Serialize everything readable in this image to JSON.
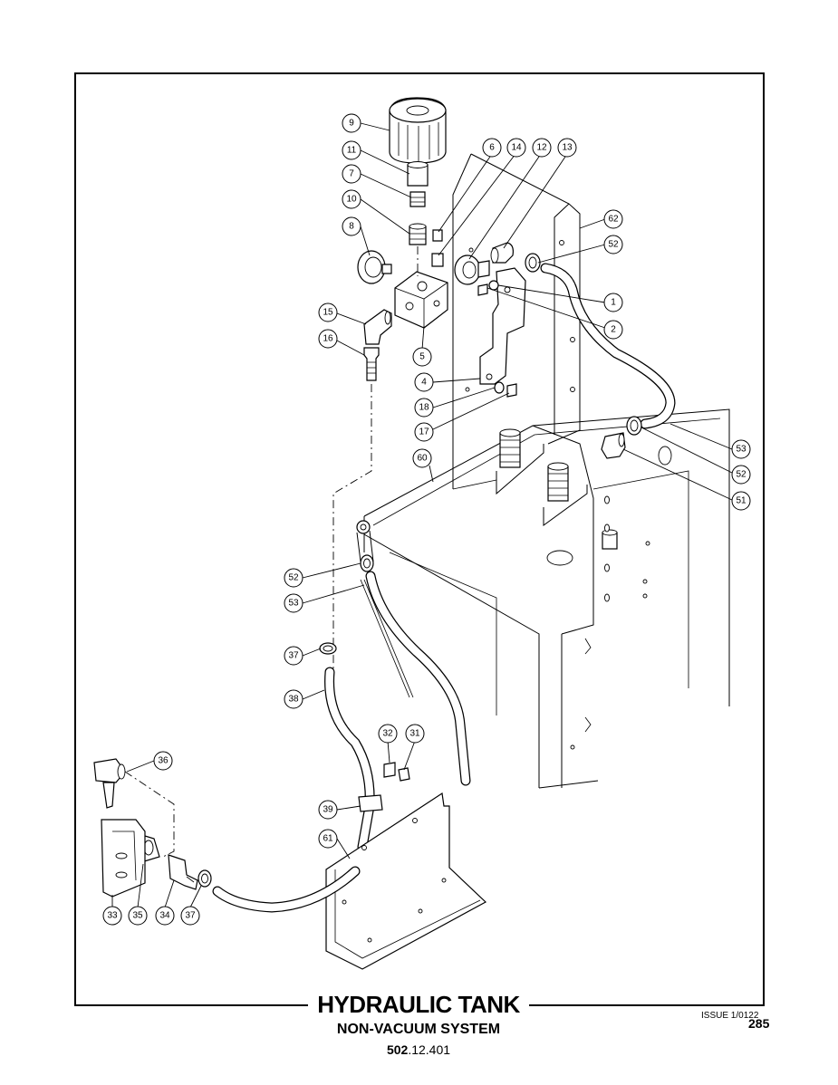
{
  "title_block": {
    "title": "HYDRAULIC TANK",
    "subtitle": "NON-VACUUM SYSTEM",
    "doc_number_bold": "502",
    "doc_number_rest": ".12.401",
    "issue": "ISSUE 1/0122",
    "page_number": "285"
  },
  "callouts": [
    {
      "id": "c9",
      "label": "9"
    },
    {
      "id": "c11",
      "label": "11"
    },
    {
      "id": "c7",
      "label": "7"
    },
    {
      "id": "c10",
      "label": "10"
    },
    {
      "id": "c8",
      "label": "8"
    },
    {
      "id": "c6",
      "label": "6"
    },
    {
      "id": "c14",
      "label": "14"
    },
    {
      "id": "c12",
      "label": "12"
    },
    {
      "id": "c13",
      "label": "13"
    },
    {
      "id": "c62",
      "label": "62"
    },
    {
      "id": "c52a",
      "label": "52"
    },
    {
      "id": "c1",
      "label": "1"
    },
    {
      "id": "c2",
      "label": "2"
    },
    {
      "id": "c15",
      "label": "15"
    },
    {
      "id": "c16",
      "label": "16"
    },
    {
      "id": "c5",
      "label": "5"
    },
    {
      "id": "c4",
      "label": "4"
    },
    {
      "id": "c18",
      "label": "18"
    },
    {
      "id": "c17",
      "label": "17"
    },
    {
      "id": "c60",
      "label": "60"
    },
    {
      "id": "c53a",
      "label": "53"
    },
    {
      "id": "c52b",
      "label": "52"
    },
    {
      "id": "c51",
      "label": "51"
    },
    {
      "id": "c52c",
      "label": "52"
    },
    {
      "id": "c53b",
      "label": "53"
    },
    {
      "id": "c37a",
      "label": "37"
    },
    {
      "id": "c38",
      "label": "38"
    },
    {
      "id": "c32",
      "label": "32"
    },
    {
      "id": "c31",
      "label": "31"
    },
    {
      "id": "c36",
      "label": "36"
    },
    {
      "id": "c39",
      "label": "39"
    },
    {
      "id": "c61",
      "label": "61"
    },
    {
      "id": "c33",
      "label": "33"
    },
    {
      "id": "c35",
      "label": "35"
    },
    {
      "id": "c34",
      "label": "34"
    },
    {
      "id": "c37b",
      "label": "37"
    }
  ]
}
